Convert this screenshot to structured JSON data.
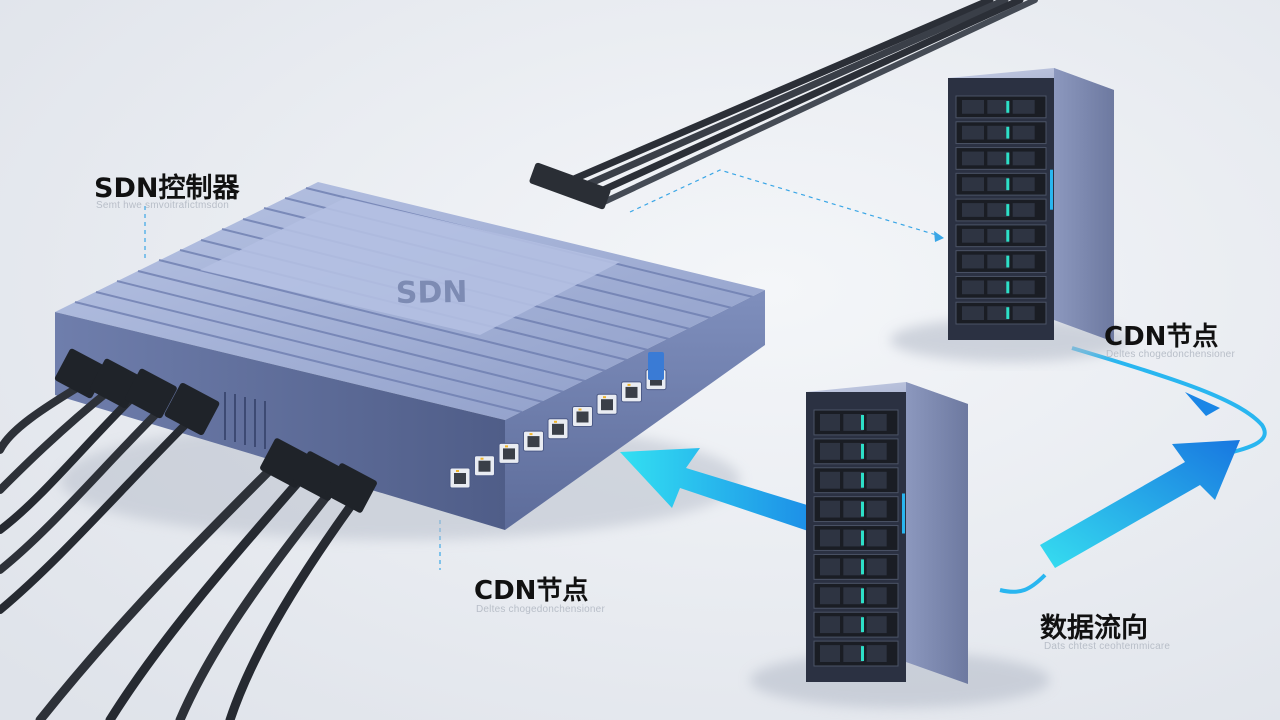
{
  "labels": {
    "controller": {
      "title": "SDN控制器",
      "subtitle": "Semt hwe smvoitrafictmsdon"
    },
    "cdn_node_top": {
      "title": "CDN节点",
      "subtitle": "Deltes chogedonchensioner"
    },
    "cdn_node_bottom": {
      "title": "CDN节点",
      "subtitle": "Deltes chogedonchensioner"
    },
    "data_flow": {
      "title": "数据流向",
      "subtitle": "Dats chtest ceohtemmicare"
    }
  },
  "device": {
    "brand_text": "SDN"
  },
  "colors": {
    "background": "#ebeef2",
    "device_body": "#8a9ac4",
    "device_top": "#a9b6da",
    "rack_dark": "#1a1d24",
    "rack_led": "#2de0c8",
    "arrow_cyan": "#21c9f0",
    "arrow_blue": "#1a86e6"
  }
}
